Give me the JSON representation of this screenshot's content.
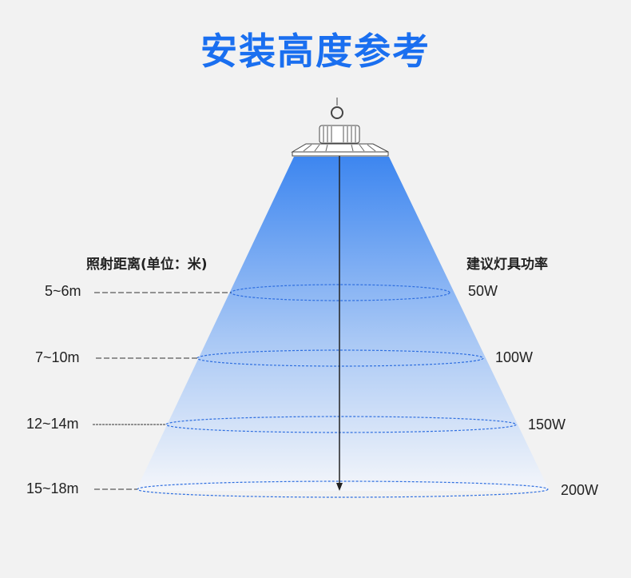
{
  "title": "安装高度参考",
  "left_header": "照射距离(单位：米)",
  "right_header": "建议灯具功率",
  "rows": [
    {
      "height": "5~6m",
      "power": "50W"
    },
    {
      "height": "7~10m",
      "power": "100W"
    },
    {
      "height": "12~14m",
      "power": "150W"
    },
    {
      "height": "15~18m",
      "power": "200W"
    }
  ],
  "colors": {
    "title": "#1a6ff0",
    "beam_top": "#3d86f0",
    "beam_bottom": "#f4f6fa",
    "ring": "#2f6fe0"
  }
}
